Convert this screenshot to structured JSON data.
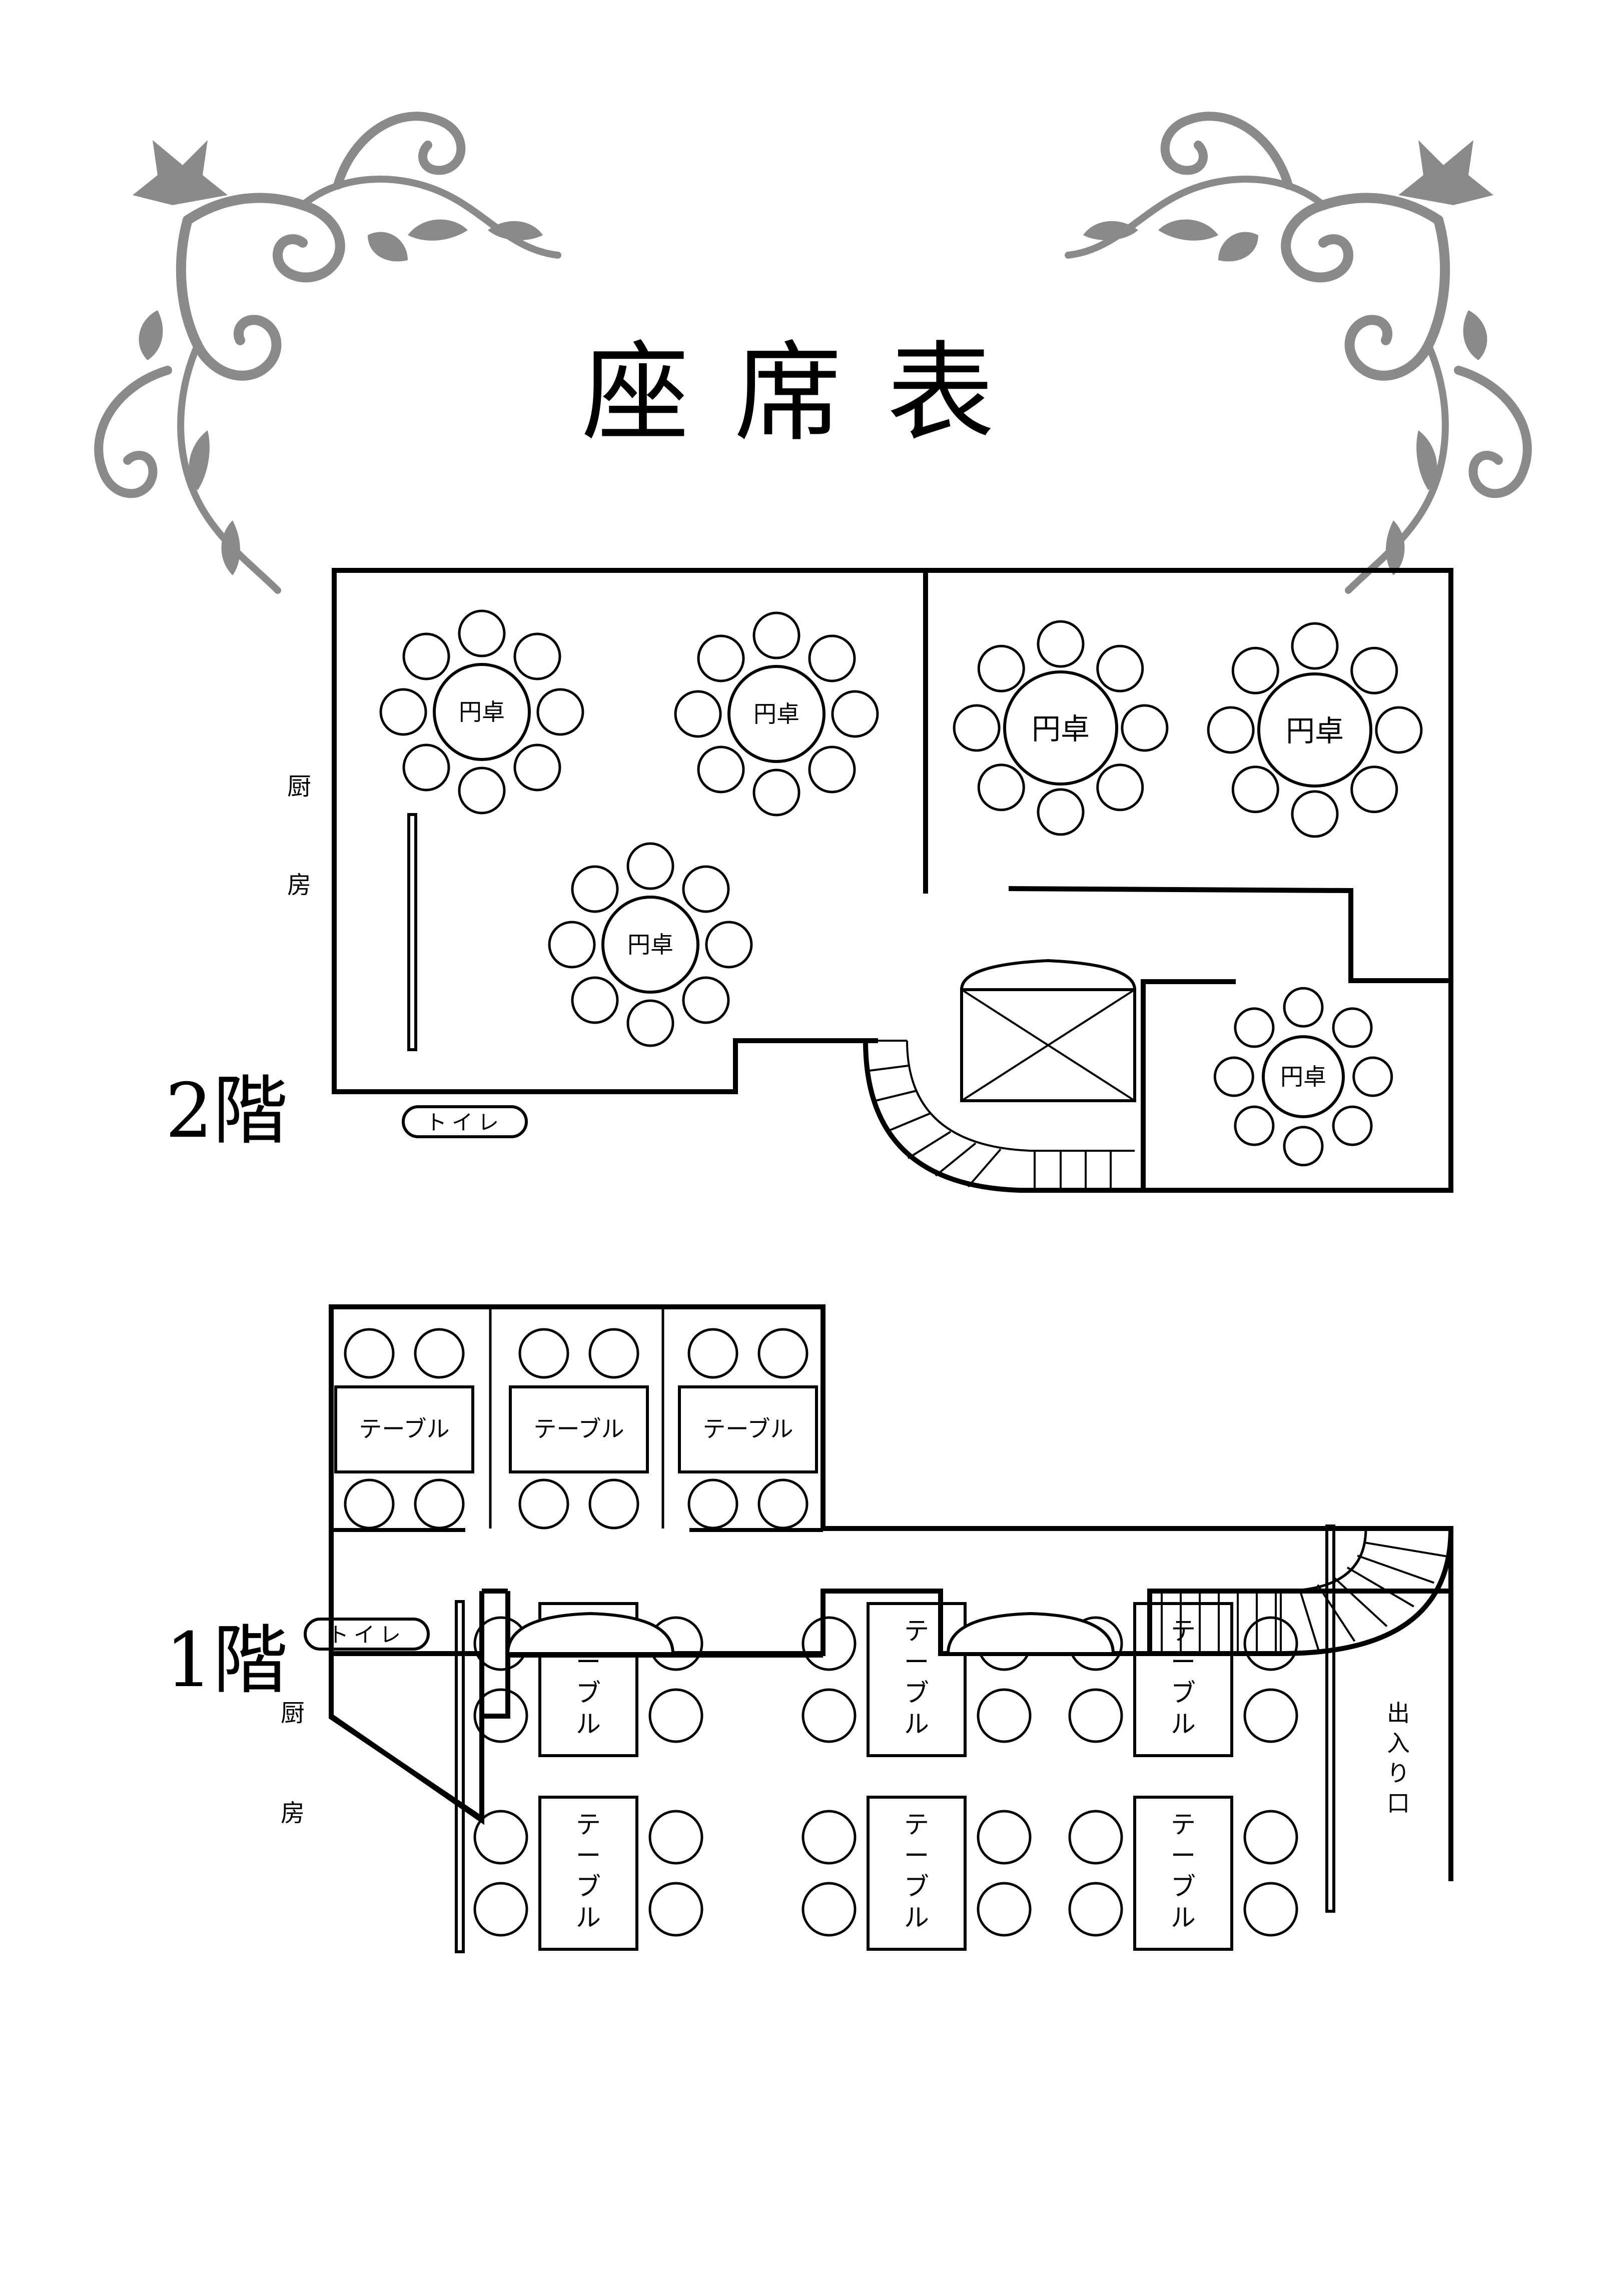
{
  "title": "座席表",
  "floor2": {
    "label": "2階",
    "kitchen": [
      "厨",
      "房"
    ],
    "toilet": "トイレ",
    "round_table": "円卓",
    "round_table_count": 6
  },
  "floor1": {
    "label": "1階",
    "kitchen": [
      "厨",
      "房"
    ],
    "toilet": "トイレ",
    "entrance": [
      "出",
      "入",
      "り",
      "口"
    ],
    "booth_table": "テーブル",
    "booth_count": 3,
    "table_vertical": [
      "テ",
      "ー",
      "ブ",
      "ル"
    ],
    "table_count": 6
  },
  "colors": {
    "ink": "#000000",
    "ornament": "#8a8a8a",
    "background": "#ffffff"
  }
}
